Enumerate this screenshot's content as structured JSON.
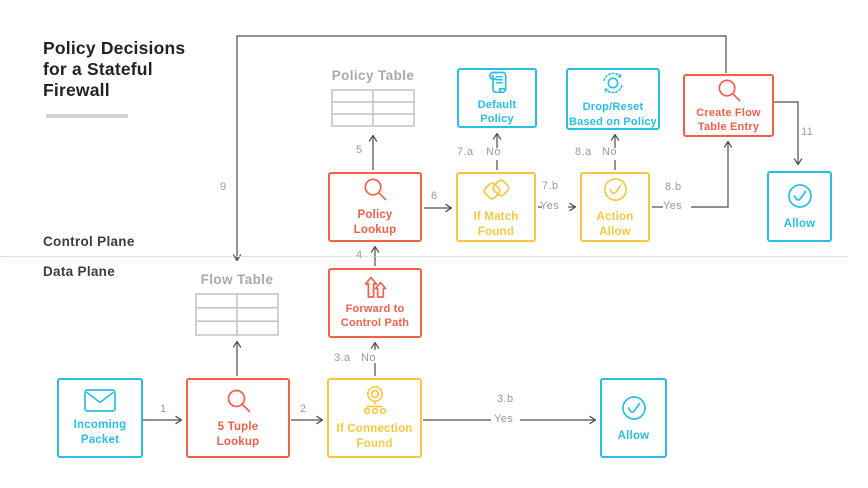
{
  "title": {
    "line1": "Policy Decisions",
    "line2": "for a Stateful",
    "line3": "Firewall"
  },
  "planes": {
    "control_label": "Control Plane",
    "data_label": "Data Plane"
  },
  "tables": {
    "policy": "Policy Table",
    "flow": "Flow Table"
  },
  "nodes": {
    "incoming_packet": {
      "label": "Incoming\nPacket",
      "icon": "envelope-icon",
      "color": "cyan"
    },
    "five_tuple_lookup": {
      "label": "5 Tuple\nLookup",
      "icon": "magnifier-icon",
      "color": "orange"
    },
    "if_connection_found": {
      "label": "If Connection\nFound",
      "icon": "gear-network-icon",
      "color": "yellow"
    },
    "allow_data": {
      "label": "Allow",
      "icon": "check-circle-icon",
      "color": "cyan"
    },
    "forward_to_control_path": {
      "label": "Forward to\nControl Path",
      "icon": "forward-arrows-icon",
      "color": "orange"
    },
    "policy_lookup": {
      "label": "Policy\nLookup",
      "icon": "magnifier-icon",
      "color": "orange"
    },
    "if_match_found": {
      "label": "If Match\nFound",
      "icon": "diamonds-icon",
      "color": "yellow"
    },
    "action_allow": {
      "label": "Action\nAllow",
      "icon": "check-circle-icon",
      "color": "yellow"
    },
    "default_policy": {
      "label": "Default\nPolicy",
      "icon": "scroll-icon",
      "color": "cyan"
    },
    "drop_reset": {
      "label": "Drop/Reset\nBased on Policy",
      "icon": "reset-loop-icon",
      "color": "cyan"
    },
    "create_flow_table_entry": {
      "label": "Create Flow\nTable Entry",
      "icon": "magnifier-icon",
      "color": "orange"
    },
    "allow_control": {
      "label": "Allow",
      "icon": "check-circle-icon",
      "color": "cyan"
    }
  },
  "edge_labels": {
    "s1": "1",
    "s2": "2",
    "s3a": "3.a",
    "s3a_no": "No",
    "s3b": "3.b",
    "s3b_yes": "Yes",
    "s4": "4",
    "s5": "5",
    "s6": "6",
    "s7a": "7.a",
    "s7a_no": "No",
    "s7b": "7.b",
    "s7b_yes": "Yes",
    "s8a": "8.a",
    "s8a_no": "No",
    "s8b": "8.b",
    "s8b_yes": "Yes",
    "s9": "9",
    "s11": "11"
  },
  "colors": {
    "cyan": "#29BFE2",
    "orange": "#F1604B",
    "yellow": "#F5C840",
    "gray_label": "#A9A9A9",
    "table_gray": "#C2C2C2",
    "arrow": "#4D4D4D",
    "number": "#9B9B9B",
    "title_text": "#232323",
    "plane_text": "#3D3D3D",
    "underline": "#D4D4D4",
    "separator": "#CCCCCC"
  }
}
